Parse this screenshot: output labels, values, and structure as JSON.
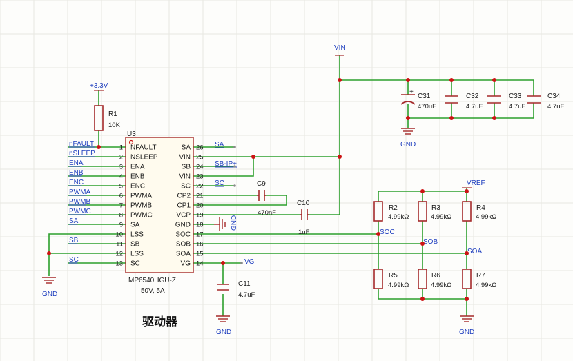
{
  "title": "驱动器",
  "power": {
    "vin": "VIN",
    "v33": "+3.3V",
    "vref": "VREF",
    "vg": "VG",
    "gnd": "GND"
  },
  "chip": {
    "ref": "U3",
    "part": "MP6540HGU-Z",
    "rating": "50V, 5A",
    "left_pins": [
      {
        "num": "1",
        "name": "NFAULT",
        "net": "nFAULT"
      },
      {
        "num": "2",
        "name": "NSLEEP",
        "net": "nSLEEP"
      },
      {
        "num": "3",
        "name": "ENA",
        "net": "ENA"
      },
      {
        "num": "4",
        "name": "ENB",
        "net": "ENB"
      },
      {
        "num": "5",
        "name": "ENC",
        "net": "ENC"
      },
      {
        "num": "6",
        "name": "PWMA",
        "net": "PWMA"
      },
      {
        "num": "7",
        "name": "PWMB",
        "net": "PWMB"
      },
      {
        "num": "8",
        "name": "PWMC",
        "net": "PWMC"
      },
      {
        "num": "9",
        "name": "SA",
        "net": "SA"
      },
      {
        "num": "10",
        "name": "LSS",
        "net": ""
      },
      {
        "num": "11",
        "name": "SB",
        "net": "SB"
      },
      {
        "num": "12",
        "name": "LSS",
        "net": ""
      },
      {
        "num": "13",
        "name": "SC",
        "net": "SC"
      }
    ],
    "right_pins": [
      {
        "num": "26",
        "name": "SA",
        "net": "SA"
      },
      {
        "num": "25",
        "name": "VIN",
        "net": ""
      },
      {
        "num": "24",
        "name": "SB",
        "net": "SB-IP+"
      },
      {
        "num": "23",
        "name": "VIN",
        "net": ""
      },
      {
        "num": "22",
        "name": "SC",
        "net": "SC"
      },
      {
        "num": "21",
        "name": "CP2",
        "net": ""
      },
      {
        "num": "20",
        "name": "CP1",
        "net": ""
      },
      {
        "num": "19",
        "name": "VCP",
        "net": ""
      },
      {
        "num": "18",
        "name": "GND",
        "net": ""
      },
      {
        "num": "17",
        "name": "SOC",
        "net": ""
      },
      {
        "num": "16",
        "name": "SOB",
        "net": ""
      },
      {
        "num": "15",
        "name": "SOA",
        "net": ""
      },
      {
        "num": "14",
        "name": "VG",
        "net": ""
      }
    ]
  },
  "pullup": {
    "ref": "R1",
    "value": "10K"
  },
  "caps": {
    "c9": {
      "ref": "C9",
      "value": "470nF"
    },
    "c10": {
      "ref": "C10",
      "value": "1uF"
    },
    "c11": {
      "ref": "C11",
      "value": "4.7uF"
    },
    "c31": {
      "ref": "C31",
      "value": "470uF"
    },
    "c32": {
      "ref": "C32",
      "value": "4.7uF"
    },
    "c33": {
      "ref": "C33",
      "value": "4.7uF"
    },
    "c34": {
      "ref": "C34",
      "value": "4.7uF"
    }
  },
  "resistors": {
    "r2": {
      "ref": "R2",
      "value": "4.99kΩ"
    },
    "r3": {
      "ref": "R3",
      "value": "4.99kΩ"
    },
    "r4": {
      "ref": "R4",
      "value": "4.99kΩ"
    },
    "r5": {
      "ref": "R5",
      "value": "4.99kΩ"
    },
    "r6": {
      "ref": "R6",
      "value": "4.99kΩ"
    },
    "r7": {
      "ref": "R7",
      "value": "4.99kΩ"
    }
  },
  "sense_nets": {
    "soc": "SOC",
    "sob": "SOB",
    "soa": "SOA"
  },
  "polarity": "+"
}
